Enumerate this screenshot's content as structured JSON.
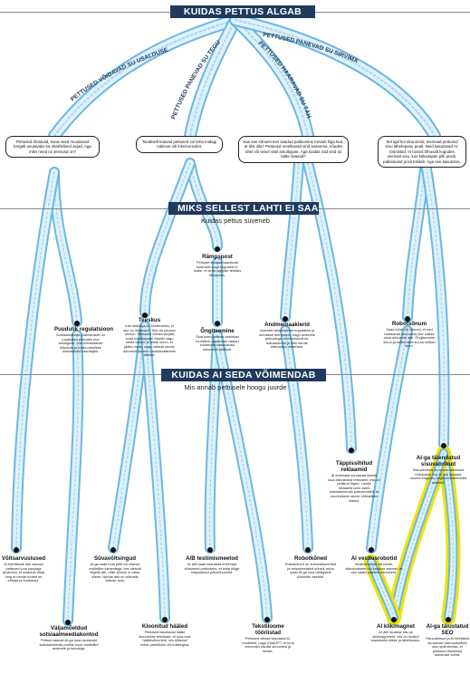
{
  "header": {
    "title": "KUIDAS PETTUS ALGAB",
    "branches": [
      "PETTUSED VÕIDAVAD SU USALDUSE",
      "PETTUSED PANEVAD SU TEGUTSEMA",
      "PETTUSED HAARAVAD SU TÄHELEPANU",
      "PETTUSED PANEVAD SU SIRVIMA"
    ]
  },
  "questions": [
    "Pettused tõotavad, kuna need muudavad kergelt usutavaks ka ebatõelised asjad. Aga miks need nii veenvad on?",
    "Tavaliselt leiavad pettused sul teha midagi rutiinset või kiireloomulist.",
    "Kas see sõnumi teel saadud pakkumine tundub liiga hea, et tõsi olla? Pettused meelitavad sind avanema, nõudes ühel või teisel viisil ainuõiguse. Aga kuidas nad sind nii kätte saavad?",
    "Sel ajal kui sina sirvid, teenivad pettused sinu tähelepanu pealt. Neid kasutavad AI-tööriistad, et tooted tõhusalt kogudes veenvat sisu, kus külastajate pilk püsib, pabistuvad ja ka tekitab. Aga see kasutama."
  ],
  "section2": {
    "title": "MIKS SELLEST LAHTI EI SAA",
    "subtitle": "Kuidas pettus süveneb"
  },
  "section3": {
    "title": "KUIDAS AI SEDA VÕIMENDAB",
    "subtitle": "Mis annab pettusele hoogu juurde"
  },
  "mid_nodes": [
    {
      "title": "Rämpspost",
      "desc": "Pettuste saatjad saadavad korduvalt suuri koguseid e-maile, et seda lugejale tehtaks rämpsuks."
    },
    {
      "title": "Puudulik regulatsioon",
      "desc": "Sotsiaalmeedia platvormidel on puudused pöörates end eesõiguse, mis võimaldavad kirjutada ja hoida petulikke sotsiaalseid kasutajaid."
    },
    {
      "title": "Teeskus",
      "desc": "Kas helistaja on õnnetuseks, et see on inimesed? See on puuduv sõnum. Pettused võivad varjata enda meelitavatel viisidel nagu teiste isikute ja teiste nimel, et jääks mulje, nagu oleksid nende sõnumid üksnes usaldusväärsete allikast."
    },
    {
      "title": "Õngitsemine",
      "desc": "Sina tuled pettuse vestelust tundideni, kaasmaal vaatad suurimaks kaasnavaid sõnumeid petlikult."
    },
    {
      "title": "Andmemaaklerid",
      "desc": "Inimeste isikuandmed kogutakse ja müüakse teenustele, nagu andmete pettustega, telefoninumbrid, isikuandmed ja kõik nende ettemaksu meetmed."
    },
    {
      "title": "Robotsõnum",
      "desc": "Saad kõne või sõnumi, et nad maksavad sõnumeid ühe vaikse ukse sõnumite abil. Õngitsemine kiirus-ja mõtlemisel kui sa mõtled kinni."
    }
  ],
  "yellow_nodes": [
    {
      "title": "Täppissihitud reklaamid",
      "desc": "AI tööriistad suudavad kiiresti luua isikustatud reklaame, mis on petlikud õiged. Lisaks reklaamiruumi ostes sotsiaalmeedia platvormidelt, et suurendada nende võimalikku ulatust."
    },
    {
      "title": "AI-ga täiendatud sisuvabrikud",
      "desc": "Sisuvabrikud on suuremahulised tööstused, kus AI abil luuakse suures koguses õngitsemisteemalisi artikleid."
    },
    {
      "title": "Võltsarvustused",
      "desc": "AI tööriistade abil saavad pettused luua kasutaja arvamusi, et usaldust tõsta ning et nende tooted on ehtsad ja toodetuks."
    },
    {
      "title": "Väljamõeldud sotsiaalmeediakontod",
      "desc": "Pettusi saavad AI-ga luua usutavaid sotsiaalmeedia profiile koos realistlike andmete ja fotodega."
    },
    {
      "title": "Süvavõltsingud",
      "desc": "AI-ga saab luua pilte või videoid realistlike inimestega, kes oleksid tegelik isik, mille sõnum ei oleks tõene. Nende abil on võimalik videote seal."
    },
    {
      "title": "Kloonitud hääled",
      "desc": "Pettused kasutavad hääle kloonimise tehnikaid, et luua uusi häälesõnumeid, mis kõlavad mõne pereliikme või kolleegina."
    },
    {
      "title": "A/B testimismeetod",
      "desc": "AI abil saab kasutada erinevaid sõnumeid pettusteks, et leida kõige mõjusamad petusõnumeid."
    },
    {
      "title": "Tekstiloome tööriistad",
      "desc": "Pettused võivad kasutada AI-mudeleid, nagu ChatGPT, et luua erinevaid sisulisi sõnumeid ja tekste."
    },
    {
      "title": "Robotkõned",
      "desc": "Robotkõned on automatiseeritud ja eelsalvestatud kõned, mida saab AI-ga luua üleliigsete sõnumite asemel."
    },
    {
      "title": "AI vestlusrobotid",
      "desc": "Vestlusrobotid sõnumite, isikuandmete või kaotuse asemel, et see saaks pisikesi sõnumeid."
    },
    {
      "title": "AI klikimagnet",
      "desc": "AI abil luuakse sisu ja klikimagneteid, mis on loodud saamiseks klikke ja tähelepanu."
    },
    {
      "title": "AI-ga täiustatud SEO",
      "desc": "Sisuvabrikud ja AI tööriistad suudavad otsimootoritele sisu optimeerida, et pettused tõuseksid tulemuste kohta."
    }
  ],
  "colors": {
    "banner": "#1f3a5c",
    "strand_blue": "#6bb8e0",
    "strand_light": "#dff1fb",
    "strand_yellow": "#f2e400",
    "node_dot": "#111111"
  }
}
